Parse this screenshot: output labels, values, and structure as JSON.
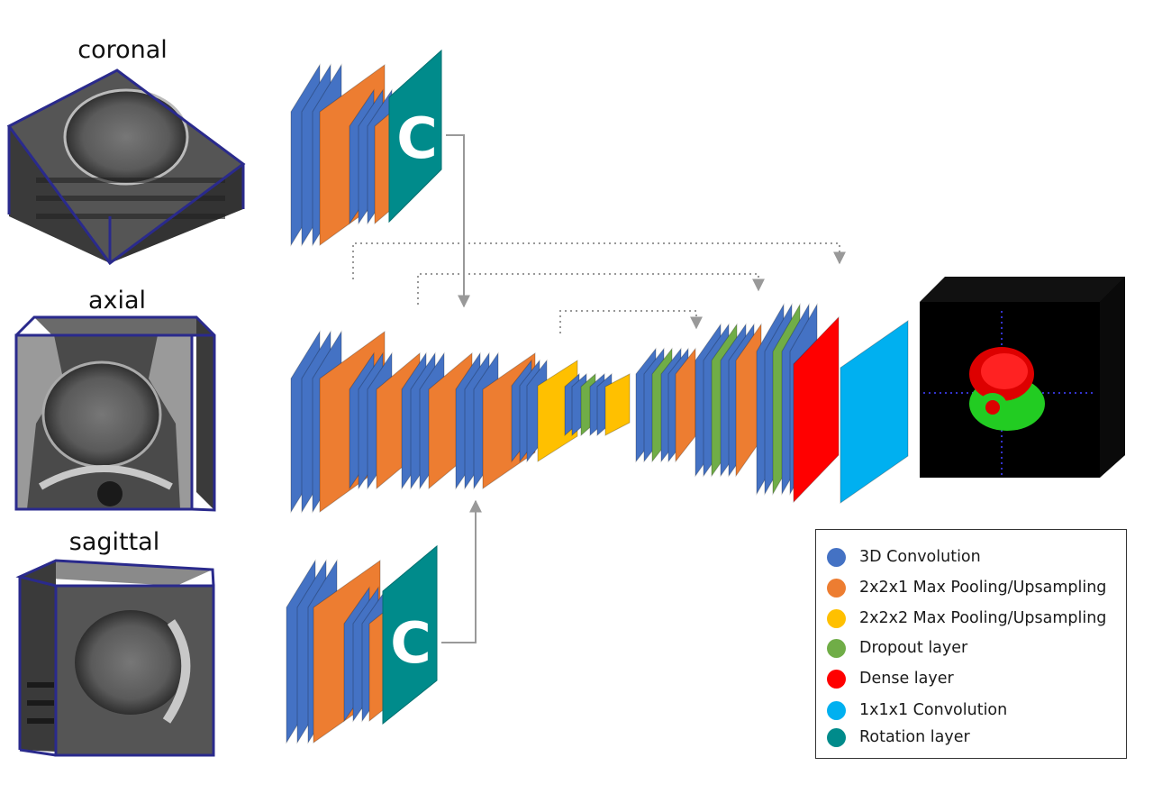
{
  "views": {
    "coronal": "coronal",
    "axial": "axial",
    "sagittal": "sagittal"
  },
  "rotation_symbol": "C",
  "legend": [
    {
      "label": "3D Convolution",
      "color": "#4472c4"
    },
    {
      "label": "2x2x1 Max Pooling/Upsampling",
      "color": "#ed7d31"
    },
    {
      "label": "2x2x2 Max Pooling/Upsampling",
      "color": "#ffc000"
    },
    {
      "label": "Dropout layer",
      "color": "#70ad47"
    },
    {
      "label": "Dense layer",
      "color": "#ff0000"
    },
    {
      "label": "1x1x1 Convolution",
      "color": "#00b0f0"
    },
    {
      "label": "Rotation layer",
      "color": "#008b8b"
    }
  ]
}
